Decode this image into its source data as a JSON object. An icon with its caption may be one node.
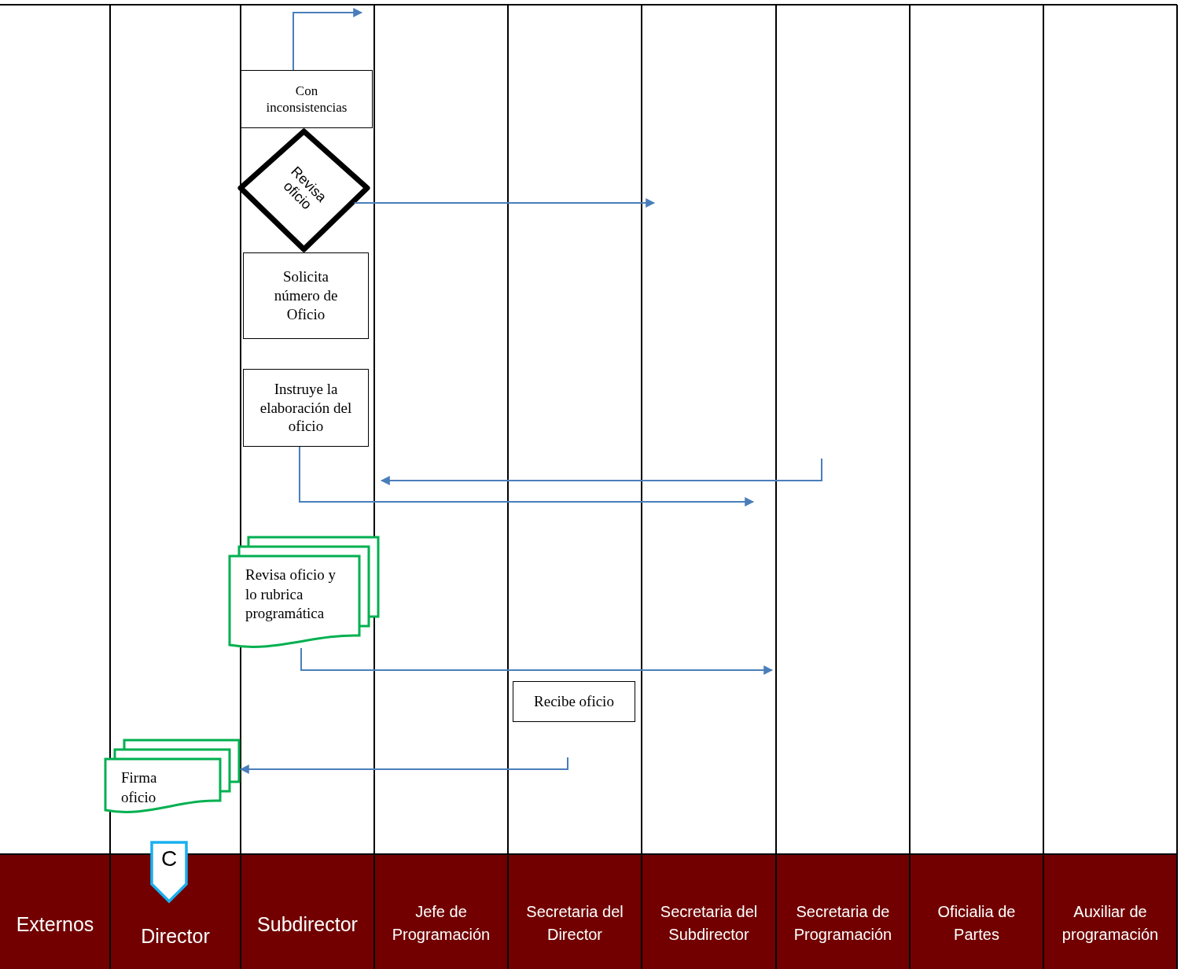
{
  "diagram": {
    "nodes": [
      {
        "text": [
          "Externos"
        ]
      },
      {
        "text": [
          "Director"
        ]
      },
      {
        "text": [
          "Subdirector"
        ]
      },
      {
        "text": [
          "Jefe de Programación"
        ]
      },
      {
        "text": [
          "Secretaria del Director"
        ]
      },
      {
        "text": [
          "Secretaria del Subdirector"
        ]
      },
      {
        "text": [
          "Secretaria de Programación"
        ]
      },
      {
        "text": [
          "Oficialia de Partes"
        ]
      },
      {
        "text": [
          "Auxiliar de programación"
        ]
      },
      {
        "text": [
          "Con inconsistencias"
        ]
      },
      {
        "text": [
          "Revisa oficio"
        ]
      },
      {
        "text": [
          "Solicita número de Oficio"
        ]
      },
      {
        "text": [
          "Instruye la elaboración del oficio"
        ]
      },
      {
        "text": [
          "Revisa oficio y lo rubrica programática"
        ]
      },
      {
        "text": [
          "Recibe oficio"
        ]
      },
      {
        "text": [
          "Firma oficio"
        ]
      },
      {
        "text": [
          "C"
        ]
      }
    ],
    "edges": [
      {
        "from": 9,
        "to": null,
        "arrow": "to"
      },
      {
        "from": 10,
        "to": null,
        "arrow": "to"
      },
      {
        "from": 12,
        "to": null,
        "arrow": "to"
      },
      {
        "from": 13,
        "to": null,
        "arrow": "to"
      },
      {
        "from": null,
        "to": 15,
        "arrow": "to"
      }
    ]
  }
}
